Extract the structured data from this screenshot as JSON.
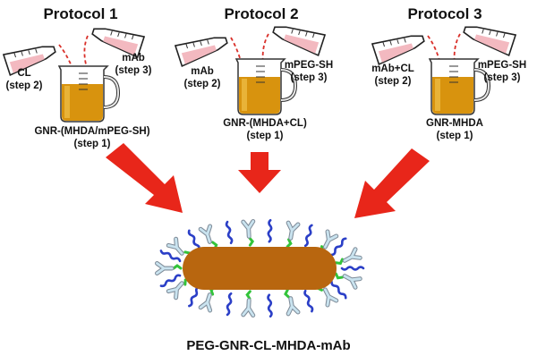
{
  "protocols": [
    {
      "title": "Protocol 1",
      "left_label": "CL\n(step 2)",
      "right_label": "mAb\n(step 3)",
      "bottom_label": "GNR-(MHDA/mPEG-SH)\n(step 1)"
    },
    {
      "title": "Protocol 2",
      "left_label": "mAb\n(step 2)",
      "right_label": "mPEG-SH\n(step 3)",
      "bottom_label": "GNR-(MHDA+CL)\n(step 1)"
    },
    {
      "title": "Protocol 3",
      "left_label": "mAb+CL\n(step 2)",
      "right_label": "mPEG-SH\n(step 3)",
      "bottom_label": "GNR-MHDA\n(step 1)"
    }
  ],
  "product_label": "PEG-GNR-CL-MHDA-mAb",
  "colors": {
    "arrow": "#e8261a",
    "liquid": "#d8930e",
    "rod": "#b8660f",
    "peg": "#2b3fc7",
    "linker": "#33c43a",
    "antibody": "#b9d9e8",
    "flask_liquid": "#f3b9c0",
    "dash": "#d9302a"
  }
}
